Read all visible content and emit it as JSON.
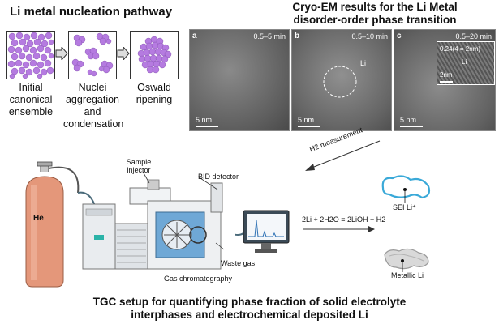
{
  "left_panel": {
    "title": "Li metal nucleation pathway",
    "stages": [
      {
        "label": "Initial canonical ensemble"
      },
      {
        "label": "Nuclei aggregation and condensation"
      },
      {
        "label": "Oswald ripening"
      }
    ],
    "particle_color": "#b57be0"
  },
  "right_panel": {
    "title_line1": "Cryo-EM results for the Li Metal",
    "title_line2": "disorder-order phase transition",
    "images": [
      {
        "letter": "a",
        "time": "0.5–5 min",
        "scale": "5 nm"
      },
      {
        "letter": "b",
        "time": "0.5–10 min",
        "scale": "5 nm",
        "marker": "Li"
      },
      {
        "letter": "c",
        "time": "0.5–20 min",
        "scale": "5 nm",
        "inset": {
          "spacing": "0.24(4 = 2nm)",
          "marker": "Li",
          "scale": "2nm"
        }
      }
    ]
  },
  "setup": {
    "tank_label": "He",
    "sample_injector": "Sample injector",
    "bid_detector": "BID detector",
    "waste_gas": "Waste gas",
    "gas_chromatography": "Gas chromatography",
    "h2_measurement": "H2 measurement",
    "reaction": "2Li + 2H2O = 2LiOH + H2",
    "sei_label": "SEI Li⁺",
    "metallic_label": "Metallic Li",
    "sei_color": "#3aa9d8",
    "metal_color": "#9a9a9a",
    "tank_color": "#e4977a"
  },
  "bottom_title": {
    "line1": "TGC setup for quantifying phase fraction of solid electrolyte",
    "line2": "interphases and electrochemical deposited Li"
  }
}
